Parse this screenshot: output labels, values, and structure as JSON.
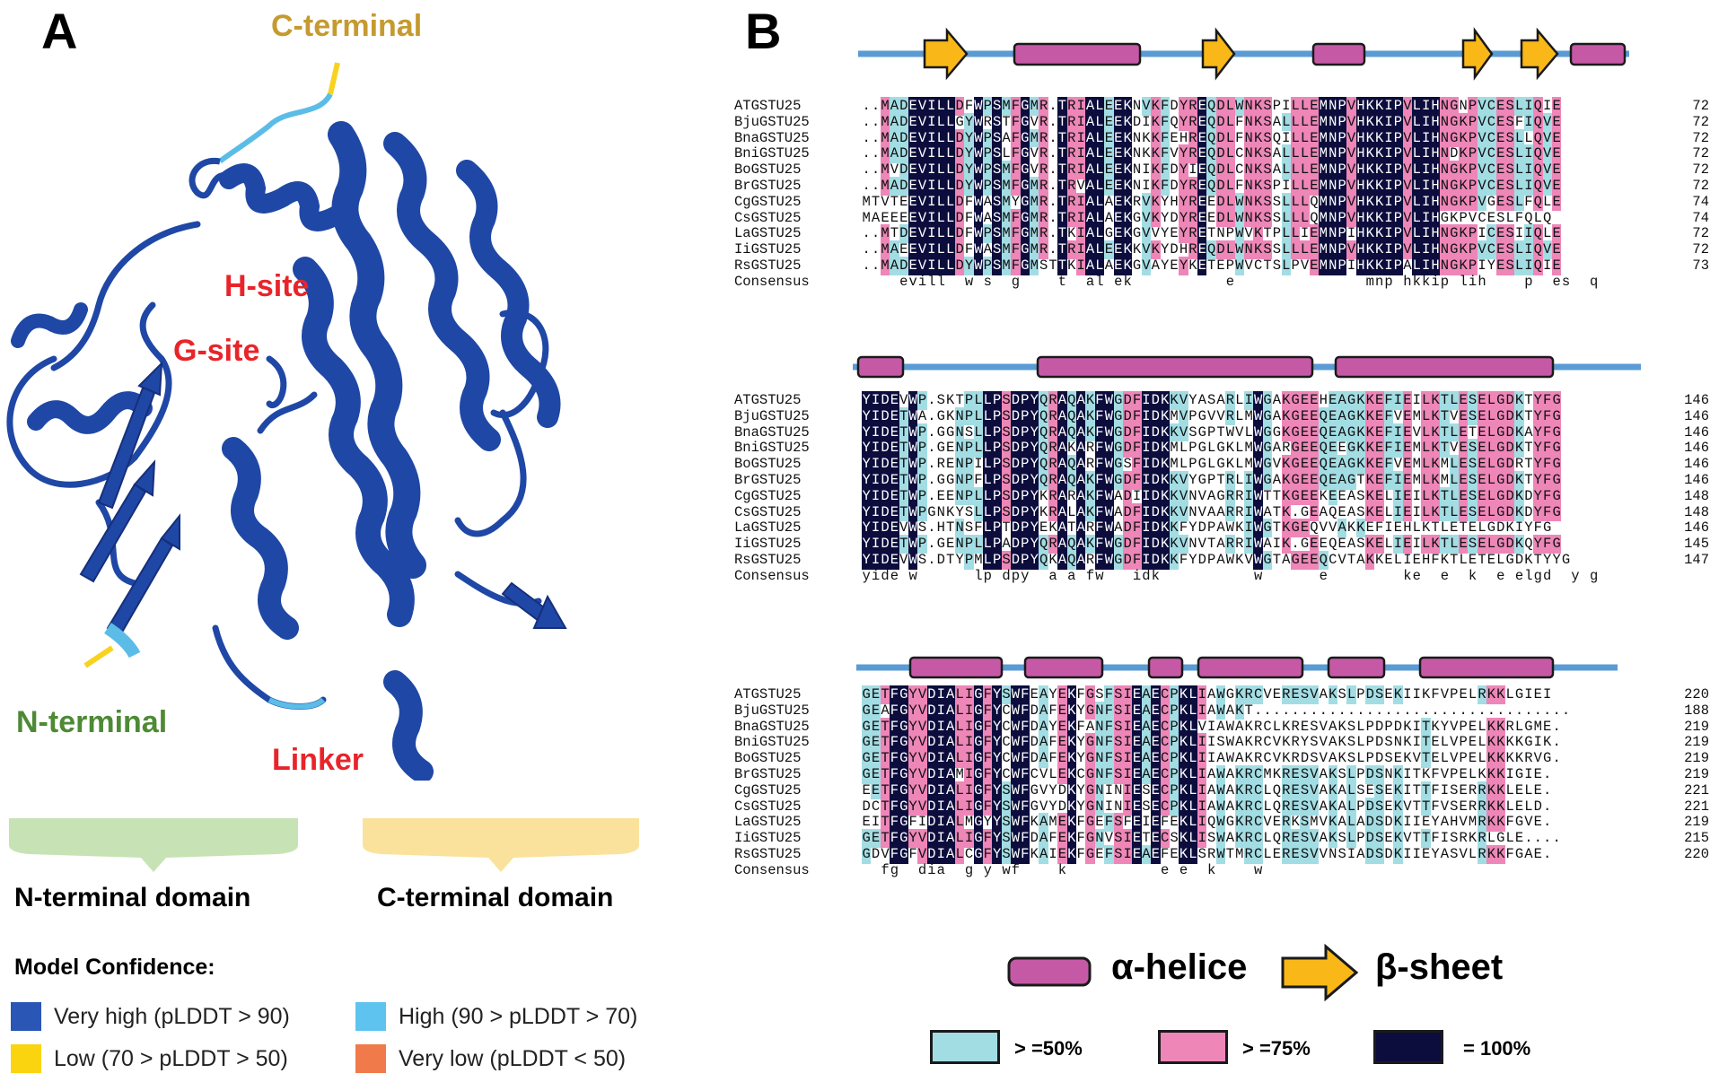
{
  "panel_a": {
    "letter": "A",
    "labels": {
      "c_terminal": "C-terminal",
      "h_site": "H-site",
      "g_site": "G-site",
      "n_terminal": "N-terminal",
      "linker": "Linker"
    },
    "colors": {
      "c_terminal": "#c59a2f",
      "site": "#e8242a",
      "n_terminal": "#4e8a35",
      "ribbon": "#1f47a5"
    },
    "domains": {
      "n_domain": "N-terminal domain",
      "c_domain": "C-terminal domain",
      "n_color": "#c7e3b5",
      "c_color": "#fbe29c"
    },
    "confidence": {
      "title": "Model Confidence:",
      "items": [
        {
          "label": "Very high (pLDDT > 90)",
          "color": "#2a56b5"
        },
        {
          "label": "High (90 > pLDDT > 70)",
          "color": "#5ec4ef"
        },
        {
          "label": "Low (70 > pLDDT > 50)",
          "color": "#fbd410"
        },
        {
          "label": "Very low (pLDDT < 50)",
          "color": "#f07a4a"
        }
      ]
    }
  },
  "panel_b": {
    "letter": "B",
    "blocks": [
      {
        "rows": [
          {
            "name": "ATGSTU25",
            "seq": "..MADEVILLDFWPSMFGMR.TRIALEEKNVKFDYREQDLWNKSPILLEMNPVHKKIPVLIHNGNPVCESLIQIE",
            "num": "72"
          },
          {
            "name": "BjuGSTU25",
            "seq": "..MADEVILLGYWRSTFGVR.TRIALEEKDIKFQYREQDLFNKSALLLEMNPVHKKIPVLIHNGKPVCESFIQVE",
            "num": "72"
          },
          {
            "name": "BnaGSTU25",
            "seq": "..MADEVILLDYWPSAFGMR.TRIALEEKNKKFEHREQDLFNKSQILLEMNPVHKKIPVLIHNGKPVCESLLQVE",
            "num": "72"
          },
          {
            "name": "BniGSTU25",
            "seq": "..MADEVILLDYWPSLFGVR.TRIALEEKNKKFVYREQDLCNKSALLLEMNPVHKKIPVLIHNDKPVCESLIQVE",
            "num": "72"
          },
          {
            "name": "BoGSTU25",
            "seq": "..MVDEVILLDYWPSMFGVR.TRIALEEKNIKFDYIEQDLCNKSALLLEMNPVHKKIPVLIHNGKPVCESLIQVE",
            "num": "72"
          },
          {
            "name": "BrGSTU25",
            "seq": "..MADEVILLDYWPSMFGMR.TRVALEEKNIKFDYREQDLFNKSPILLEMNPVHKKIPVLIHNGKPVCESLIQVE",
            "num": "72"
          },
          {
            "name": "CgGSTU25",
            "seq": "MTVTEEVILLDFWASMYGMR.TRIALAEKRVKYHYREEDLWNKSSLLLQMNPVHKKIPVLIHNGKPVGESLFQLE",
            "num": "74"
          },
          {
            "name": "CsGSTU25",
            "seq": "MAEEEEVILLDFWASMFGMR.TRIALAEKGVKYDYREEDLWNKSSLLLQMNPVHKKIPVLIHGKPVCESLFQLQ",
            "num": "74"
          },
          {
            "name": "LaGSTU25",
            "seq": "..MTDEVILLDFWPSMFGMR.TKIALGEKGVVYEYRETNPWVKTPLLIEMNPIHKKIPVLIHNGKPICESIIQLE",
            "num": "72"
          },
          {
            "name": "IiGSTU25",
            "seq": "..MAEEVILLDFWASMFGMR.TRIALEEKKVKYDHREQDLWNKSSLLLEMNPVHKKIPVLIHNGKPVCESLIQVE",
            "num": "72"
          },
          {
            "name": "RsGSTU25",
            "seq": "..MADEVILLDYWPSMFGMSTTKIALAEKGVAYEYKETEPWVCTSLPVEMNPIHKKIPALIHNGKPIYESLIQIE",
            "num": "73"
          },
          {
            "name": "Consensus",
            "seq": "    evill  w s  g    t  al ek          e              mnp hkkip lih    p  es  q  ",
            "num": ""
          }
        ]
      },
      {
        "rows": [
          {
            "name": "ATGSTU25",
            "seq": "YIDEVWP.SKTPLLPSDPYQRAQAKFWGDFIDKKVYASARLIWGAKGEEHEAGKKEFIEILKTLESELGDKTYFG",
            "num": "146"
          },
          {
            "name": "BjuGSTU25",
            "seq": "YIDETWA.GKNPLLPSDPYQRAQAKFWGDFIDKMVPGVVRLMWGAKGEEQEAGKKEFVEMLKTVESELGDKTYFG",
            "num": "146"
          },
          {
            "name": "BnaGSTU25",
            "seq": "YIDETWP.GGNSLLPSDPYQRAQAKFWGDFIDKKVSGPTWVLWGGKGEEQEAGKKEFIEVLKTLETELGDKAYFG",
            "num": "146"
          },
          {
            "name": "BniGSTU25",
            "seq": "YIDETWP.GENPLLPSDPYQRAKARFWGDFIDKMLPGLGKLMWGARGEEQEEGKKEFIEMLKTVESELGDKTYFG",
            "num": "146"
          },
          {
            "name": "BoGSTU25",
            "seq": "YIDETWP.RENPILPSDPYQRAQARFWGSFIDKMLPGLGKLMWGVKGEEQEAGKKEFVEMLKMLESELGDRTYFG",
            "num": "146"
          },
          {
            "name": "BrGSTU25",
            "seq": "YIDETWP.GGNPFLPSDPYQRAQAKFWGDFIDKKVYGPTRLIWGAKGEEQEAGTKEFIEMLKMLESELGDKTYFG",
            "num": "146"
          },
          {
            "name": "CgGSTU25",
            "seq": "YIDETWP.EENPLLPSDPYKRARAKFWADIIDKKVNVAGRRIWTTKGEEKEEASKELIEILKTLESELGDKDYFG",
            "num": "148"
          },
          {
            "name": "CsGSTU25",
            "seq": "YIDETWPGNKYSLLPSDPYKRALAKFWADFIDKKVNVAARRIWATK.GEAQEASKELIEILKTLESELGDKDYFG",
            "num": "148"
          },
          {
            "name": "LaGSTU25",
            "seq": "YIDEVWS.HTNSFLPTDPYEKATARFWADFIDKKFYDPAWKIWGTKGEQVVAKKEFIEHLKTLETELGDKIYFG",
            "num": "146"
          },
          {
            "name": "IiGSTU25",
            "seq": "YIDETWP.GENPLLPADPYQRAQAKFWGDFIDKKVNVTARRIWAIK.GEEQEASKELIEILKTLESELGDKQYFG",
            "num": "145"
          },
          {
            "name": "RsGSTU25",
            "seq": "YIDEVWS.DTYPMLPSDPYQKAQARFWGDFIDKKFYDPAWKVWGTAGEEQCVTAKKELIEHFKTLETELGDKTYYG",
            "num": "147"
          },
          {
            "name": "Consensus",
            "seq": "yide w      lp dpy  a a fw   idk          w      e        ke  e  k  e elgd  y g",
            "num": ""
          }
        ]
      },
      {
        "rows": [
          {
            "name": "ATGSTU25",
            "seq": "GETFGYVDIALIGFYSWFEAYEKFGSFSIEAECPKLIAWGKRCVERESVAKSLPDSEKIIKFVPELRKKLGIEI",
            "num": "220"
          },
          {
            "name": "BjuGSTU25",
            "seq": "GEAFGYVDIALIGFYCWFDAFEKYGNFSIEAECPKLIAWAKT..................................",
            "num": "188"
          },
          {
            "name": "BnaGSTU25",
            "seq": "GETFGYVDIALIGFYCWFDAYEKFANFSIEAECPKLVIAWAKRCLKRESVAKSLPDPDKITKYVPELKKRLGME.",
            "num": "219"
          },
          {
            "name": "BniGSTU25",
            "seq": "GETFGYVDIALIGFYCWFDAFEKYGNFSIEAECPKLIISWAKRCVKRYSVAKSLPDSNKITELVPELKKKKGIK.",
            "num": "219"
          },
          {
            "name": "BoGSTU25",
            "seq": "GETFGYVDIALIGFYCWFDAFEKYGNFSIEAECPKLIIAWAKRCVKRDSVAKSLPDSEKVTELVPELKKKKRVG.",
            "num": "219"
          },
          {
            "name": "BrGSTU25",
            "seq": "GETFGYVDIAMIGFYCWFCVLEKCGNFSIEAECPKLIAWAKRCMKRESVAKSLPDSNKITKFVPELKKKIGIE.",
            "num": "219"
          },
          {
            "name": "CgGSTU25",
            "seq": "EETFGYVDIALIGFYSWFGVYDKYGNINIESECPKLIAWAKRCLQRESVAKALSESEKITTFISERRKKLELE.",
            "num": "221"
          },
          {
            "name": "CsGSTU25",
            "seq": "DCTFGYVDIALIGFYSWFGVYDKYGNINIESECPKLIAWAKRCLQRESVAKALPDSEKVTTFVSERRKKLELD.",
            "num": "221"
          },
          {
            "name": "LaGSTU25",
            "seq": "EITFGFIDIALMGYYSWFKAMEKFGEFSFEIEFEKLIQWGKRCVERKSMVKALADSDKIIEYAHVMRKKFGVE.",
            "num": "219"
          },
          {
            "name": "IiGSTU25",
            "seq": "GETFGYVDIALIGFYSWFDAFEKFGNVSIETECSKLISWAKRCLQRESVAKSLPDSEKVTTFISRKRLGLE....",
            "num": "215"
          },
          {
            "name": "RsGSTU25",
            "seq": "GDVFGFVDIALCGFYSWFKAIEKFGEFSIEAEFEKLSRWTMRCLERESVVNSIADSDKIIEYASVLRKKFGAE.",
            "num": "220"
          },
          {
            "name": "Consensus",
            "seq": "  fg  dia  g y wf    k          e e  k    w",
            "num": ""
          }
        ]
      }
    ],
    "legend": {
      "helix": "α-helice",
      "sheet": "β-sheet",
      "ge50": "> =50%",
      "ge75": "> =75%",
      "eq100": "= 100%"
    },
    "colors": {
      "c100": "#0c0d3d",
      "c75": "#ee86b8",
      "c50": "#a3dde4",
      "helix": "#c659a6",
      "sheet": "#f9b818",
      "backbone": "#5a9bd5"
    }
  }
}
